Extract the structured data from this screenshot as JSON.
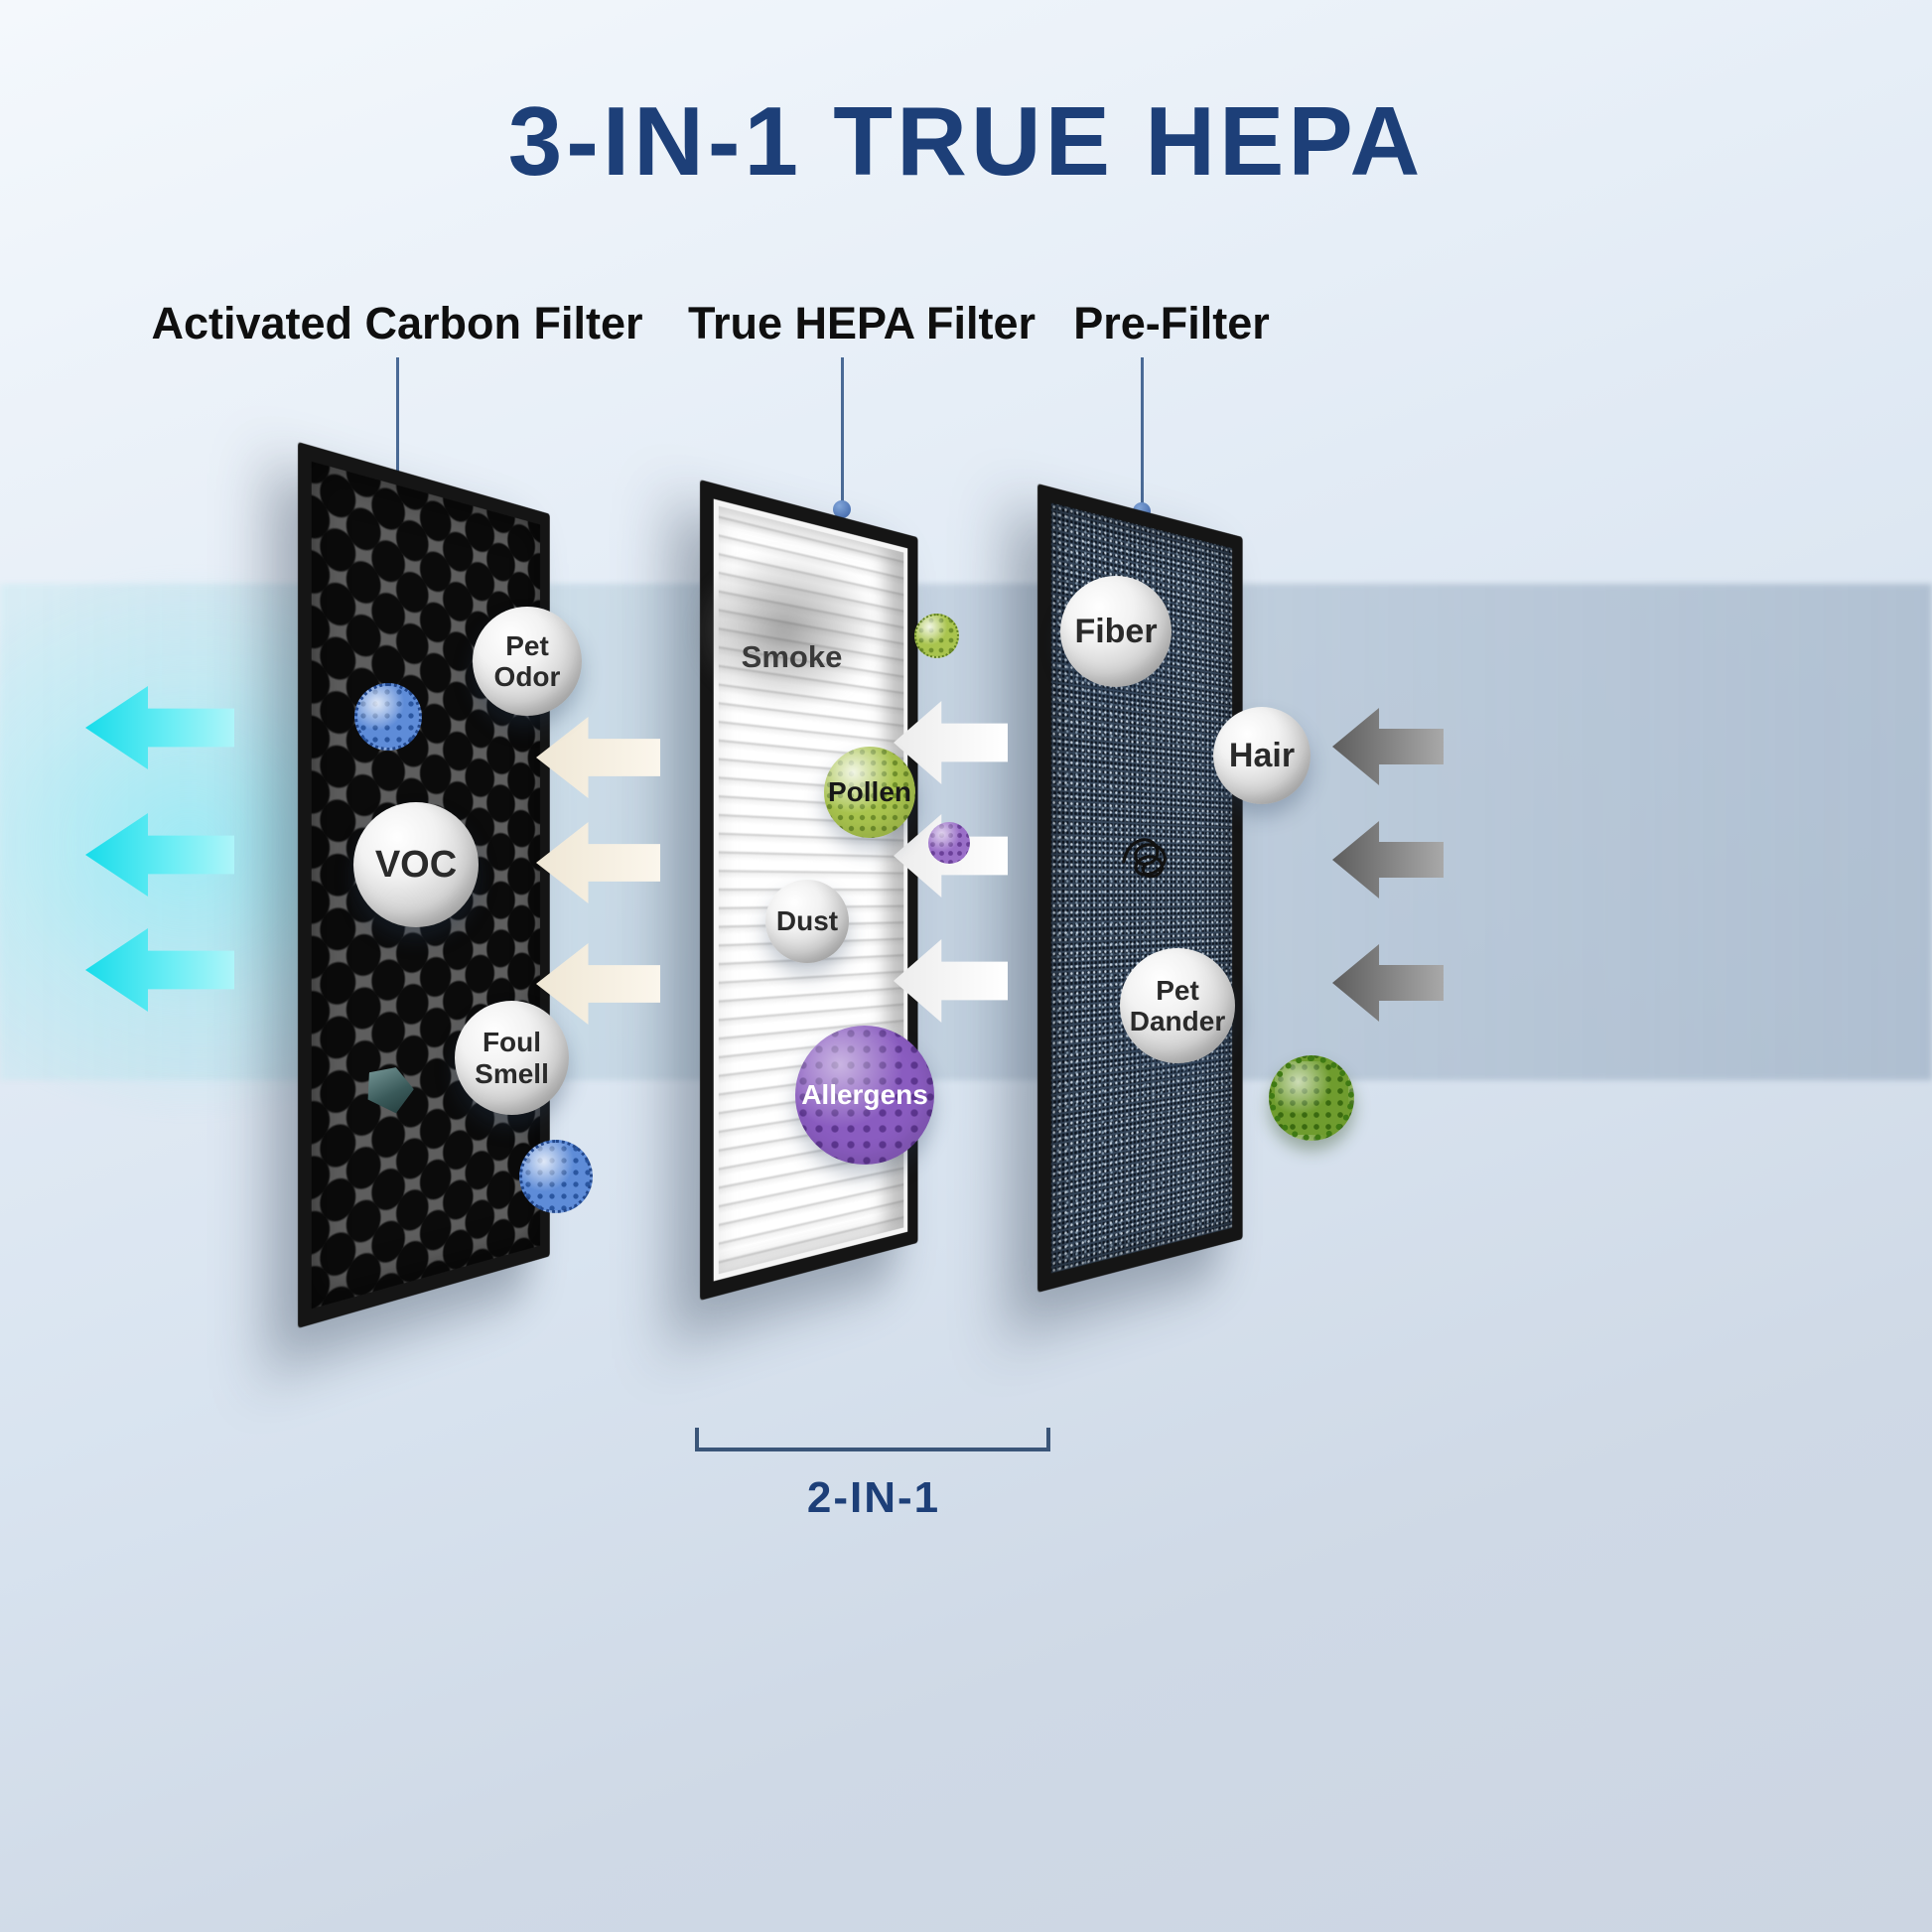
{
  "title": "3-IN-1 TRUE HEPA",
  "bottom_label": "2-IN-1",
  "filters": [
    {
      "label": "Activated Carbon Filter"
    },
    {
      "label": "True HEPA Filter"
    },
    {
      "label": "Pre-Filter"
    }
  ],
  "particles": {
    "pet_odor": "Pet Odor",
    "voc": "VOC",
    "foul_smell": "Foul Smell",
    "smoke": "Smoke",
    "pollen": "Pollen",
    "dust": "Dust",
    "allergens": "Allergens",
    "fiber": "Fiber",
    "hair": "Hair",
    "pet_dander": "Pet Dander"
  },
  "colors": {
    "title": "#1d3f78",
    "clean_air_arrow": "#17dcea",
    "intake_arrow": "#5d5d5d",
    "leader_line": "#4a6a96"
  }
}
